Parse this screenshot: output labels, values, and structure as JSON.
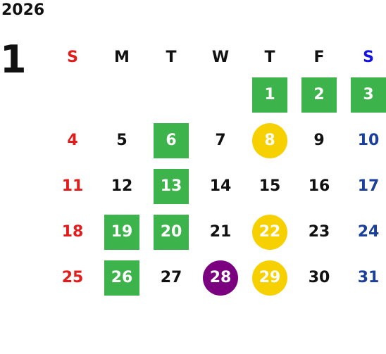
{
  "year": "2026",
  "month": "1",
  "colors": {
    "sunday": "#e31b1b",
    "saturday": "#1a3f9c",
    "saturday_header": "#1212e6",
    "green": "#3cb34b",
    "yellow": "#f7d000",
    "purple": "#7a0080"
  },
  "weekdays": [
    "S",
    "M",
    "T",
    "W",
    "T",
    "F",
    "S"
  ],
  "weeks": [
    [
      {
        "label": ""
      },
      {
        "label": ""
      },
      {
        "label": ""
      },
      {
        "label": ""
      },
      {
        "label": "1",
        "mark": "green"
      },
      {
        "label": "2",
        "mark": "green"
      },
      {
        "label": "3",
        "mark": "green"
      }
    ],
    [
      {
        "label": "4"
      },
      {
        "label": "5"
      },
      {
        "label": "6",
        "mark": "green"
      },
      {
        "label": "7"
      },
      {
        "label": "8",
        "mark": "yellow"
      },
      {
        "label": "9"
      },
      {
        "label": "10"
      }
    ],
    [
      {
        "label": "11"
      },
      {
        "label": "12"
      },
      {
        "label": "13",
        "mark": "green"
      },
      {
        "label": "14"
      },
      {
        "label": "15"
      },
      {
        "label": "16"
      },
      {
        "label": "17"
      }
    ],
    [
      {
        "label": "18"
      },
      {
        "label": "19",
        "mark": "green"
      },
      {
        "label": "20",
        "mark": "green"
      },
      {
        "label": "21"
      },
      {
        "label": "22",
        "mark": "yellow"
      },
      {
        "label": "23"
      },
      {
        "label": "24"
      }
    ],
    [
      {
        "label": "25"
      },
      {
        "label": "26",
        "mark": "green"
      },
      {
        "label": "27"
      },
      {
        "label": "28",
        "mark": "purple"
      },
      {
        "label": "29",
        "mark": "yellow"
      },
      {
        "label": "30"
      },
      {
        "label": "31"
      }
    ]
  ]
}
